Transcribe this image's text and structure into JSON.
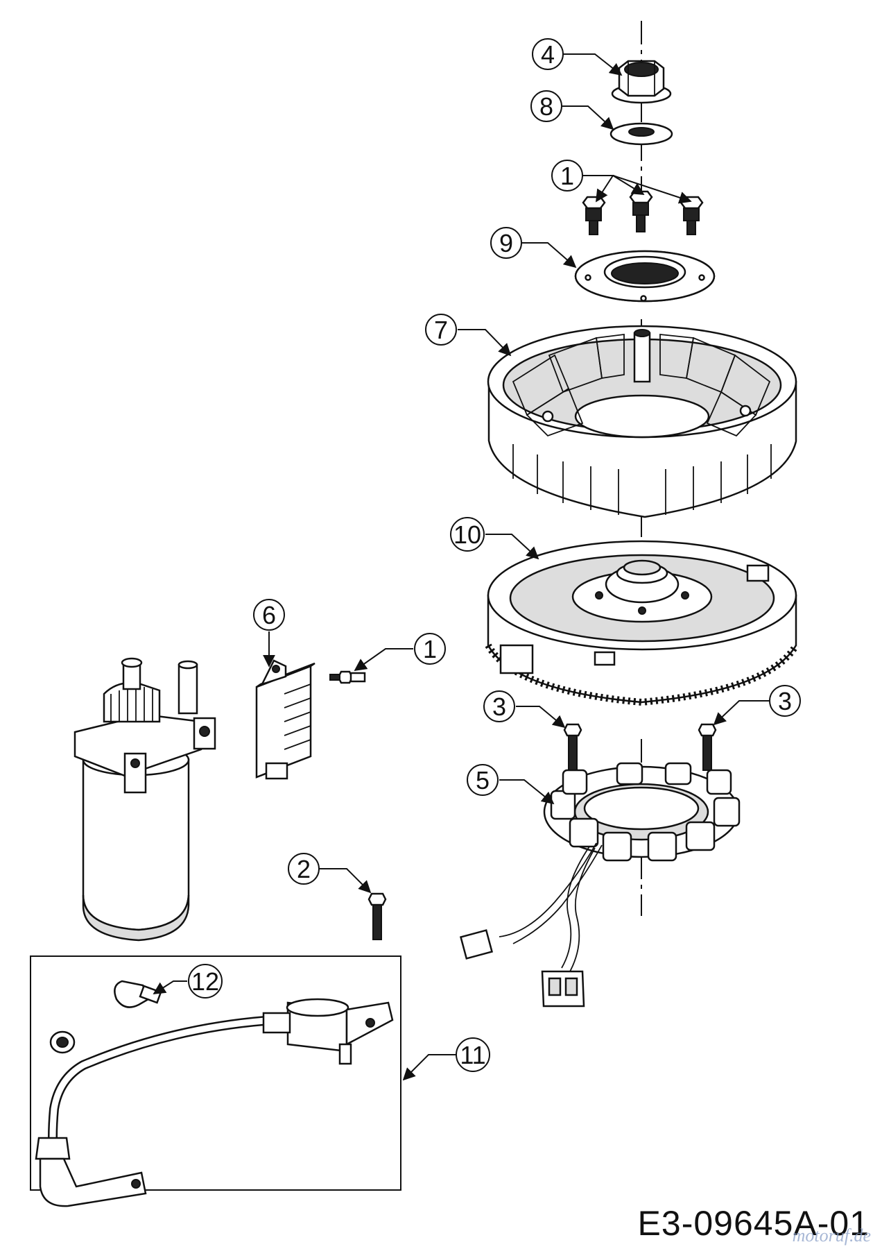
{
  "callouts": {
    "nut": "4",
    "washer": "8",
    "bolts_top": "1",
    "plate": "9",
    "fan": "7",
    "flywheel": "10",
    "regulator": "6",
    "bolt_mid": "1",
    "bolt_left": "3",
    "bolt_right": "3",
    "stator": "5",
    "starter_bolt": "2",
    "clamp": "12",
    "ignition_coil": "11"
  },
  "drawing_code": "E3-09645A-01",
  "watermark": "motoruf.de"
}
